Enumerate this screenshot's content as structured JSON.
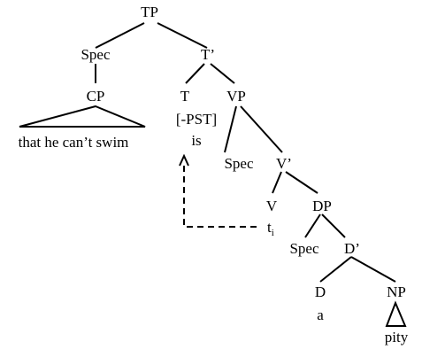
{
  "tree": {
    "nodes": {
      "tp": "TP",
      "spec_1": "Spec",
      "t_bar": "T’",
      "cp": "CP",
      "cp_text": "that he can’t swim",
      "t_head": "T",
      "t_feature": "[-PST]",
      "t_word": "is",
      "vp": "VP",
      "spec_2": "Spec",
      "v_bar": "V’",
      "v_head": "V",
      "trace": "t",
      "trace_index": "i",
      "dp": "DP",
      "spec_3": "Spec",
      "d_bar": "D’",
      "d_head": "D",
      "d_word": "a",
      "np": "NP",
      "np_word": "pity"
    }
  }
}
